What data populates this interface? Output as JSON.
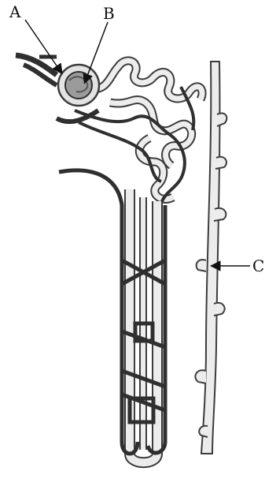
{
  "labels": {
    "a": "A",
    "b": "B",
    "c": "C"
  },
  "colors": {
    "background": "#ffffff",
    "outline": "#3c3c3c",
    "tubule_fill": "#e9e9e9",
    "vessel_fill": "#8a8a8a",
    "vessel_stroke": "#2f2f2f",
    "glomerulus_fill": "#9b9b9b",
    "arrow": "#111111"
  }
}
